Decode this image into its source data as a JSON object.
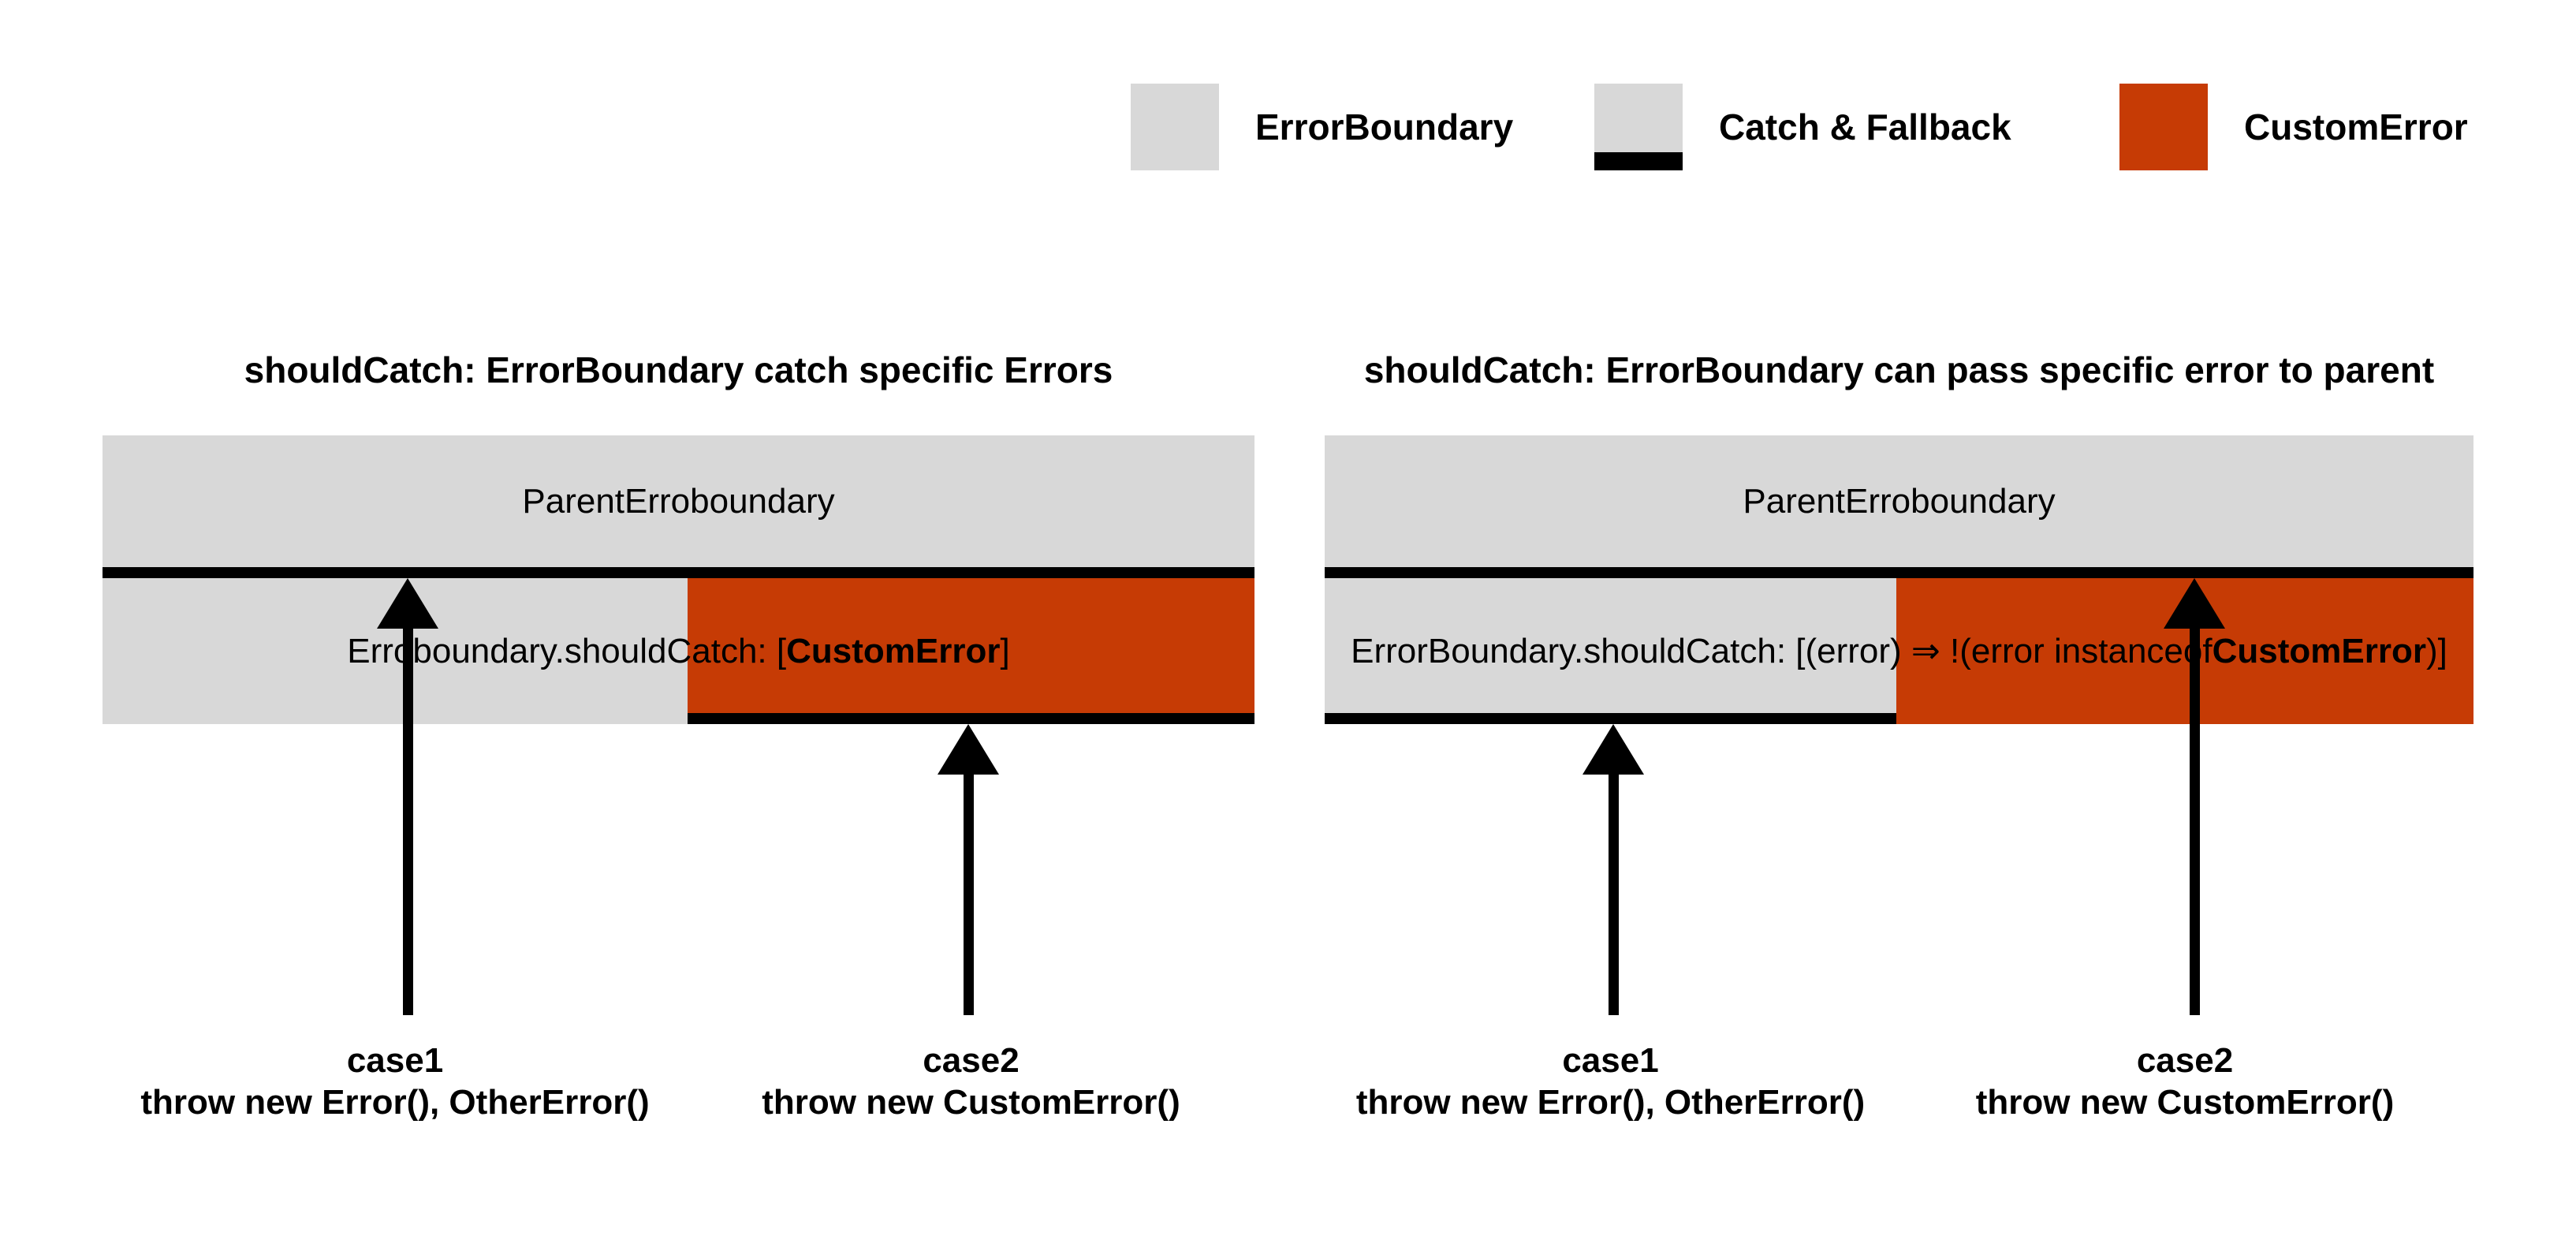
{
  "colors": {
    "error_boundary_gray": "#D8D8D8",
    "catch_fallback_black": "#000000",
    "custom_error_orange": "#C63B05",
    "background": "#FFFFFF"
  },
  "legend": {
    "items": [
      {
        "label": "ErrorBoundary"
      },
      {
        "label": "Catch & Fallback"
      },
      {
        "label": "CustomError"
      }
    ]
  },
  "left_diagram": {
    "title": "shouldCatch: ErrorBoundary catch specific Errors",
    "parent_bar_label": "ParentErroboundary",
    "child_bar_label": {
      "prefix": "Erroboundary.shouldCatch: [",
      "bold": "CustomError",
      "suffix": "]"
    },
    "case1": {
      "name": "case1",
      "code": "throw new Error(), OtherError()"
    },
    "case2": {
      "name": "case2",
      "code": "throw new CustomError()"
    }
  },
  "right_diagram": {
    "title": "shouldCatch: ErrorBoundary can pass specific error to parent",
    "parent_bar_label": "ParentErroboundary",
    "child_bar_label": {
      "prefix": "ErrorBoundary.shouldCatch: [(error) ⇒ !(error instanceof ",
      "bold": "CustomError",
      "suffix": ")]"
    },
    "case1": {
      "name": "case1",
      "code": "throw new Error(), OtherError()"
    },
    "case2": {
      "name": "case2",
      "code": "throw new CustomError()"
    }
  }
}
